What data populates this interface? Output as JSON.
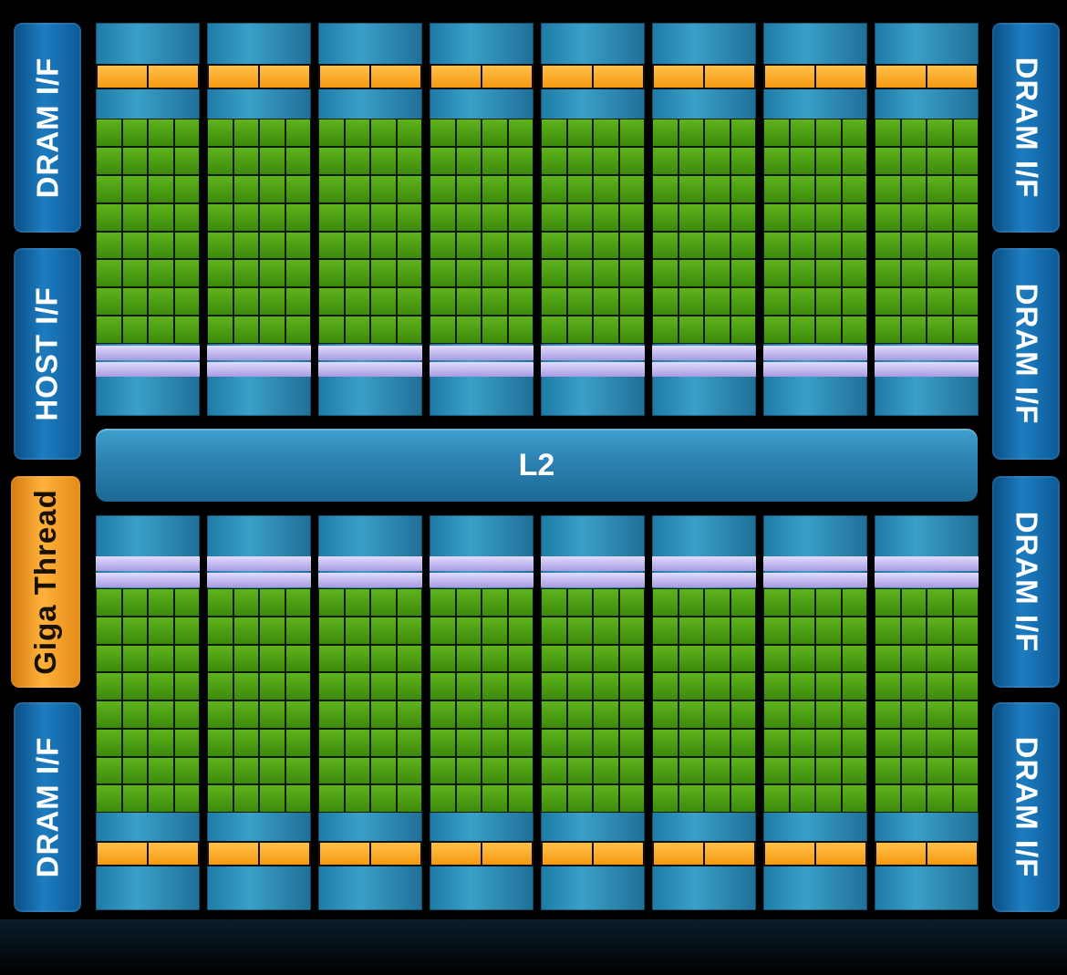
{
  "labels": {
    "left_top": "DRAM I/F",
    "left_host": "HOST I/F",
    "left_giga": "Giga Thread",
    "left_bottom": "DRAM I/F",
    "right_1": "DRAM I/F",
    "right_2": "DRAM I/F",
    "right_3": "DRAM I/F",
    "right_4": "DRAM I/F",
    "l2": "L2"
  },
  "colors": {
    "interface_blue": "#1d7cc0",
    "giga_thread_orange": "#ffb23a",
    "sm_teal": "#3aa0c8",
    "core_green": "#4f9f14",
    "purple_band": "#c4b8f2",
    "background": "#000000"
  },
  "structure": {
    "sm_columns_per_half": 8,
    "core_grid_columns_per_sm": 4,
    "core_grid_rows_per_sm": 8
  }
}
